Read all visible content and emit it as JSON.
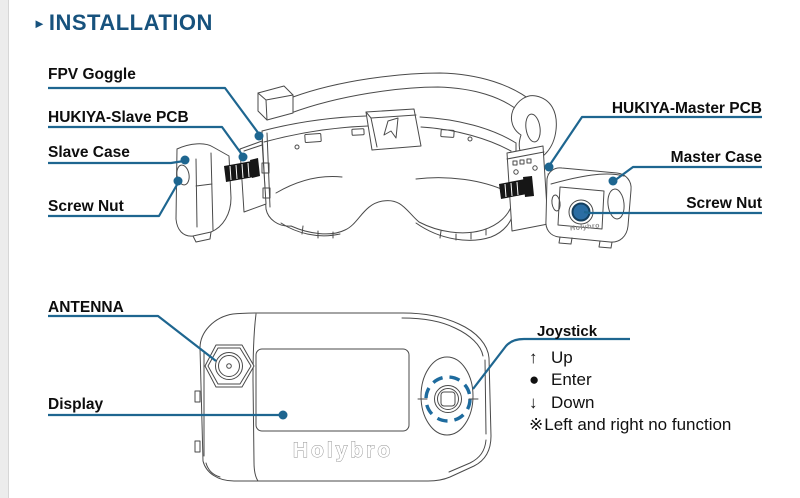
{
  "title": {
    "arrow": "►",
    "text": "INSTALLATION"
  },
  "colors": {
    "title_blue": "#17527d",
    "leader_blue": "#1e6690",
    "line_gray": "#4a4a4a",
    "dash_blue": "#1e6b9e",
    "nut_blue": "#2b6da3"
  },
  "brand": "Holybro",
  "goggle_diagram": {
    "labels": {
      "fpv_goggle": "FPV Goggle",
      "hukiya_slave_pcb": "HUKIYA-Slave PCB",
      "slave_case": "Slave Case",
      "screw_nut_left": "Screw Nut",
      "hukiya_master_pcb": "HUKIYA-Master PCB",
      "master_case": "Master Case",
      "screw_nut_right": "Screw Nut"
    }
  },
  "module_diagram": {
    "labels": {
      "antenna": "ANTENNA",
      "display": "Display",
      "joystick": "Joystick"
    },
    "joystick_legend": {
      "items": [
        {
          "symbol": "↑",
          "text": "Up"
        },
        {
          "symbol": "●",
          "text": "Enter"
        },
        {
          "symbol": "↓",
          "text": "Down"
        }
      ],
      "note": {
        "symbol": "※",
        "text": "Left and right no function"
      }
    }
  }
}
